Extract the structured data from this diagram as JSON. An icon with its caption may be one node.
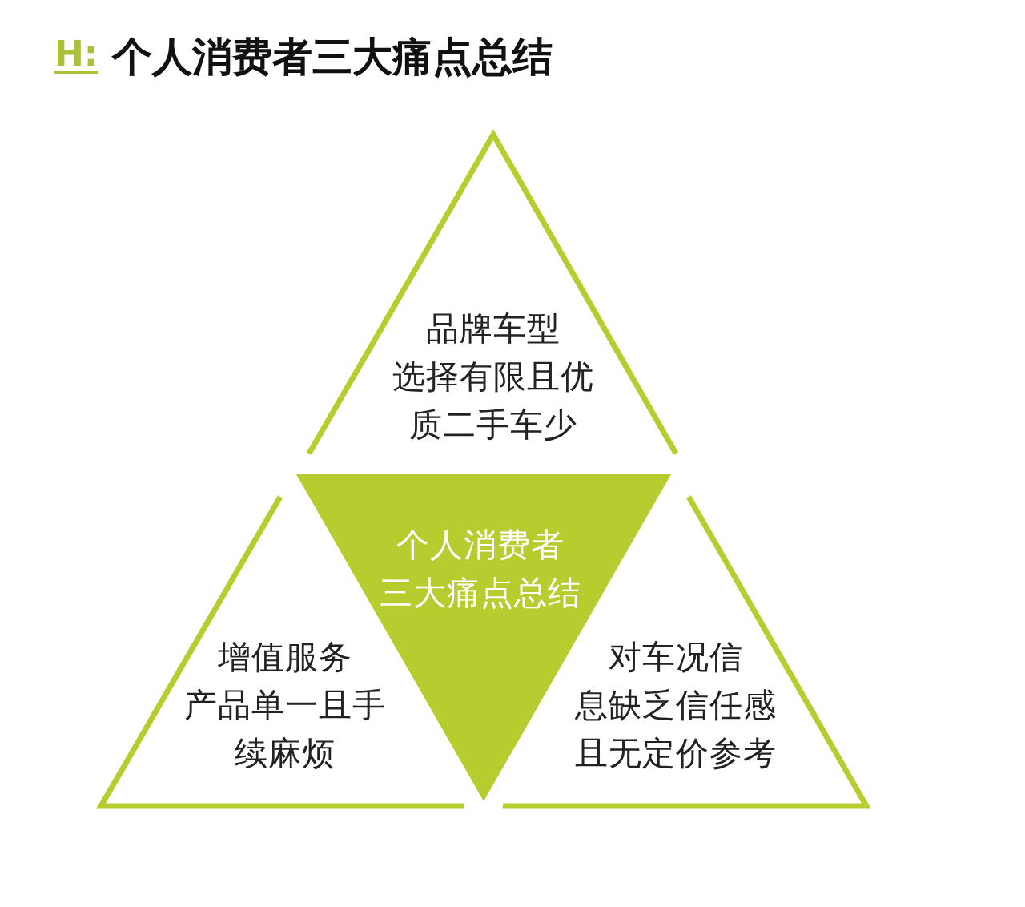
{
  "diagram": {
    "title": "个人消费者三大痛点总结",
    "nodes": [
      {
        "text": [
          "品牌车型选择有限且优质二手车少"
        ]
      },
      {
        "text": [
          "个人消费者三大痛点总结"
        ]
      },
      {
        "text": [
          "增值服务产品单一且手续麻烦"
        ]
      },
      {
        "text": [
          "对车况信息缺乏信任感且无定价参考"
        ]
      }
    ],
    "labels": [
      "H:"
    ]
  }
}
